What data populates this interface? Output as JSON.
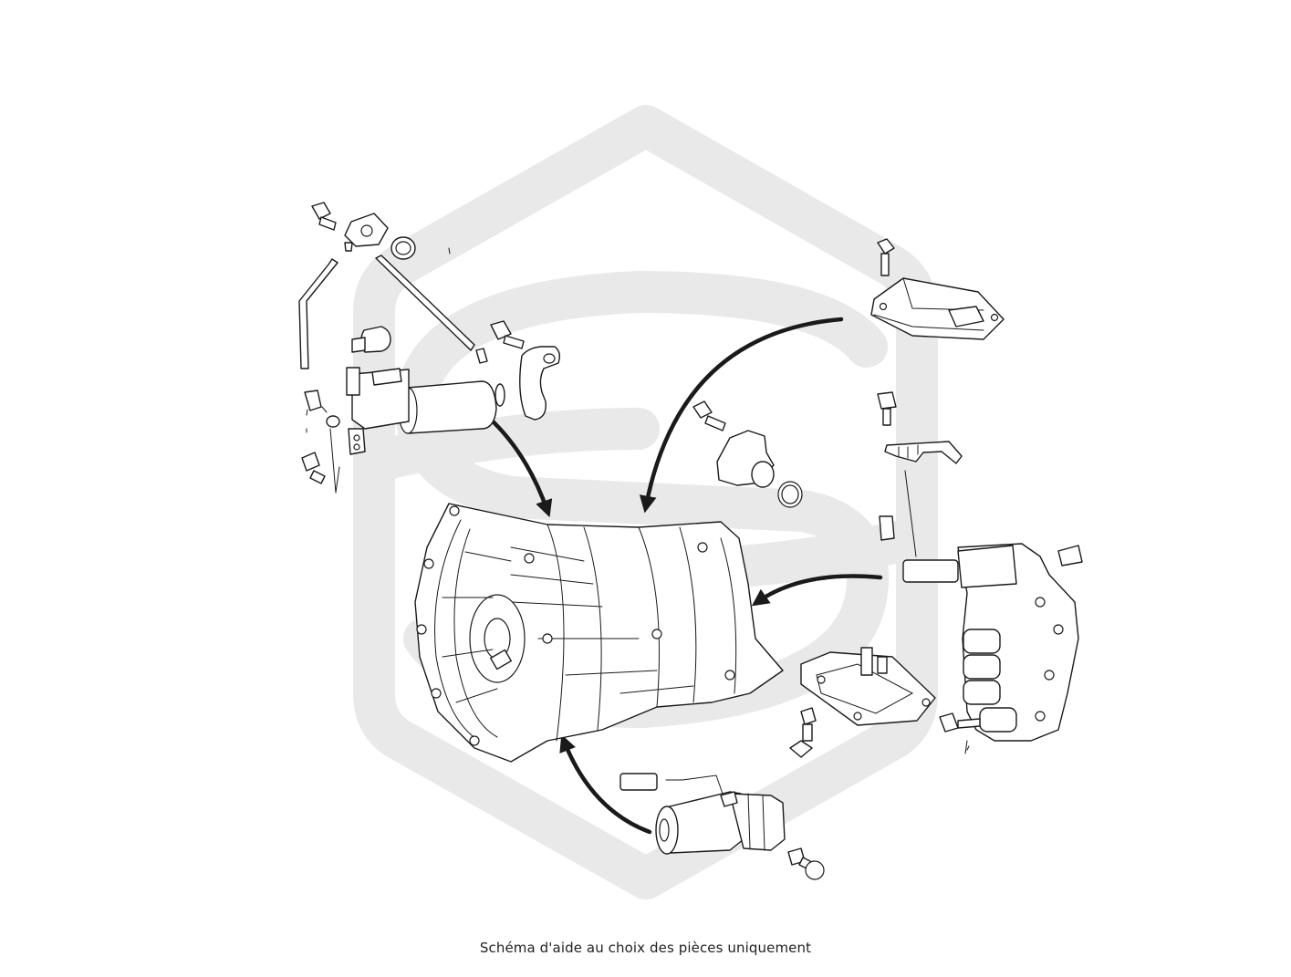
{
  "caption": "Schéma d'aide au choix des pièces uniquement",
  "colors": {
    "line": "#1a1a1a",
    "watermark": "#e9e9e9",
    "background": "#ffffff"
  },
  "parts": [
    {
      "name": "transmission-housing"
    },
    {
      "name": "electric-oil-pump"
    },
    {
      "name": "control-module"
    },
    {
      "name": "speed-sensor"
    },
    {
      "name": "valve-body"
    },
    {
      "name": "oil-pan-cover"
    },
    {
      "name": "shift-actuator-motor"
    }
  ]
}
